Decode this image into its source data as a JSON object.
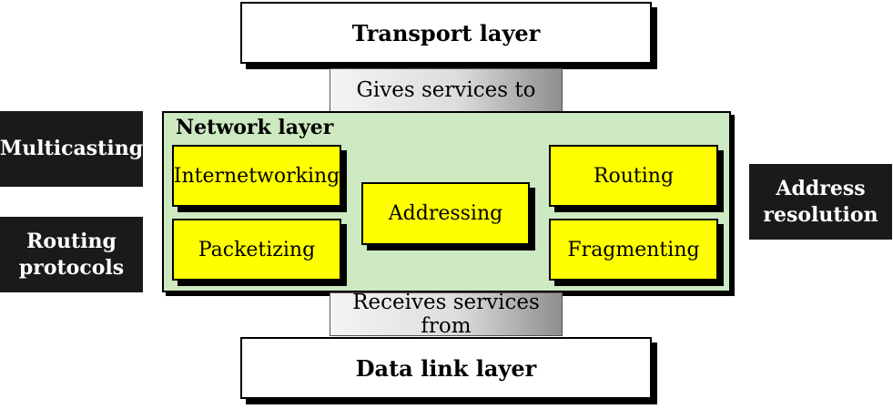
{
  "layers": {
    "transport": "Transport layer",
    "network": "Network layer",
    "data_link": "Data link layer"
  },
  "connectors": {
    "gives": "Gives services to",
    "receives": "Receives services from"
  },
  "functions": {
    "internetworking": "Internetworking",
    "packetizing": "Packetizing",
    "addressing": "Addressing",
    "routing": "Routing",
    "fragmenting": "Fragmenting"
  },
  "side_labels": {
    "multicasting": "Multicasting",
    "routing_protocols": [
      "Routing",
      "protocols"
    ],
    "address_resolution": [
      "Address",
      "resolution"
    ]
  }
}
